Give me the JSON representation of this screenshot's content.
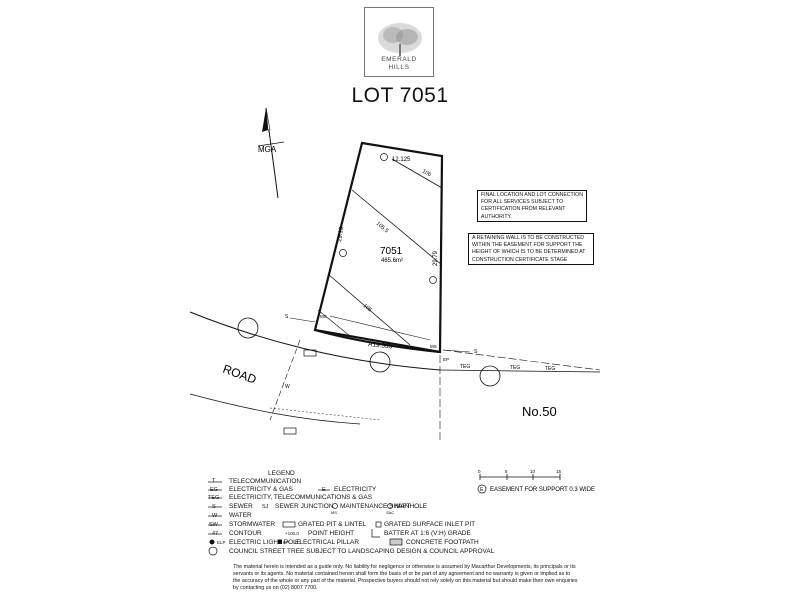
{
  "logo": {
    "line1": "EMERALD",
    "line2": "HILLS"
  },
  "lot_title": "LOT 7051",
  "north_label": "MGA",
  "lot": {
    "number": "7051",
    "area": "465.6m²"
  },
  "dimensions": {
    "top": "12.125",
    "left": "29.16",
    "right": "29.79",
    "arc": "A19.335"
  },
  "contours": {
    "c1": "106",
    "c2": "105.5",
    "c3": "105"
  },
  "road_label": "ROAD",
  "house_number": "No.50",
  "service_labels": {
    "teg": "TEG",
    "s": "S",
    "w": "W",
    "ms": "MS",
    "ep": "EP"
  },
  "notes": {
    "services": "FINAL LOCATION AND LOT CONNECTION FOR ALL SERVICES SUBJECT TO CERTIFICATION FROM RELEVANT AUTHORITY.",
    "wall": "A RETAINING WALL IS TO BE CONSTRUCTED WITHIN THE EASEMENT FOR SUPPORT THE HEIGHT OF WHICH IS TO BE DETERMINED AT CONSTRUCTION CERTIFICATE STAGE"
  },
  "scale": {
    "ticks": [
      "0",
      "5",
      "10",
      "15"
    ],
    "easement_symbol": "E",
    "easement_label": "EASEMENT FOR SUPPORT 0.3 WIDE"
  },
  "legend": {
    "title": "LEGEND",
    "rows": [
      {
        "symbol": "T",
        "label": "TELECOMMUNICATION"
      },
      {
        "symbol": "EG",
        "label": "ELECTRICITY & GAS",
        "symbol2": "E",
        "label2": "ELECTRICITY"
      },
      {
        "symbol": "TEG",
        "label": "ELECTRICITY, TELECOMMUNICATIONS & GAS"
      },
      {
        "symbol": "S",
        "label": "SEWER",
        "symbol2": "SJ",
        "label2": "SEWER JUNCTION",
        "label3": "MAINTENANCE SHAFT",
        "label4": "MANHOLE"
      },
      {
        "symbol": "W",
        "label": "WATER"
      },
      {
        "symbol": "SW",
        "label": "STORMWATER",
        "label2": "GRATED PIT & LINTEL",
        "label3": "GRATED SURFACE INLET PIT"
      },
      {
        "symbol": "47",
        "label": "CONTOUR",
        "symbol2": "+100.0",
        "label2": "POINT HEIGHT",
        "label3": "BATTER AT 1:6 (V:H) GRADE"
      },
      {
        "label": "ELECTRIC LIGHT POLE",
        "symbol2": "EP",
        "label2": "ELECTRICAL PILLAR",
        "label3": "CONCRETE FOOTPATH"
      },
      {
        "label": "COUNCIL STREET TREE SUBJECT TO LANDSCAPING DESIGN & COUNCIL APPROVAL"
      }
    ],
    "ms_tag": "MS",
    "sac_tag": "SAC",
    "elp_tag": "ELP"
  },
  "disclaimer": "The material herein is intended as a guide only. No liability for negligence or otherwise is assumed by Macarthur Developments, its principals or its servants or its agents. No material contained herein shall form the basis of or be part of any agreement and no warranty is given or implied as to the accuracy of the whole or any part of the material. Prospective buyers should not rely solely on this material but should make their own enquiries by contacting us on (02) 8007 7700."
}
